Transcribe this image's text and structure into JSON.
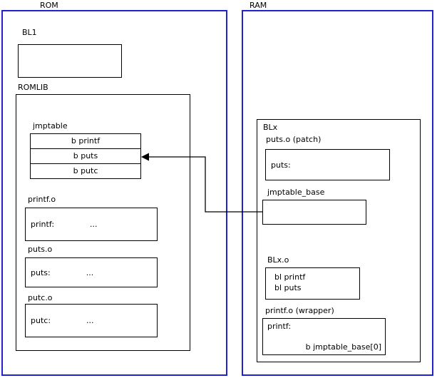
{
  "diagram": {
    "rom": {
      "label": "ROM",
      "bl1": {
        "label": "BL1"
      },
      "romlib": {
        "label": "ROMLIB",
        "jmptable": {
          "label": "jmptable",
          "rows": [
            "b printf",
            "b puts",
            "b putc"
          ]
        },
        "printf_o": {
          "label": "printf.o",
          "symbol": "printf:",
          "body": "..."
        },
        "puts_o": {
          "label": "puts.o",
          "symbol": "puts:",
          "body": "..."
        },
        "putc_o": {
          "label": "putc.o",
          "symbol": "putc:",
          "body": "..."
        }
      }
    },
    "ram": {
      "label": "RAM",
      "blx": {
        "label": "BLx",
        "puts_patch": {
          "label": "puts.o (patch)",
          "symbol": "puts:"
        },
        "jmptable_base": {
          "label": "jmptable_base"
        },
        "blx_o": {
          "label": "BLx.o",
          "lines": [
            "bl printf",
            "bl puts"
          ]
        },
        "printf_wrapper": {
          "label": "printf.o (wrapper)",
          "symbol": "printf:",
          "instruction": "b jmptable_base[0]"
        }
      }
    },
    "colors": {
      "region_border": "#2222cc",
      "box_border": "#000000",
      "arrow": "#000000"
    }
  }
}
